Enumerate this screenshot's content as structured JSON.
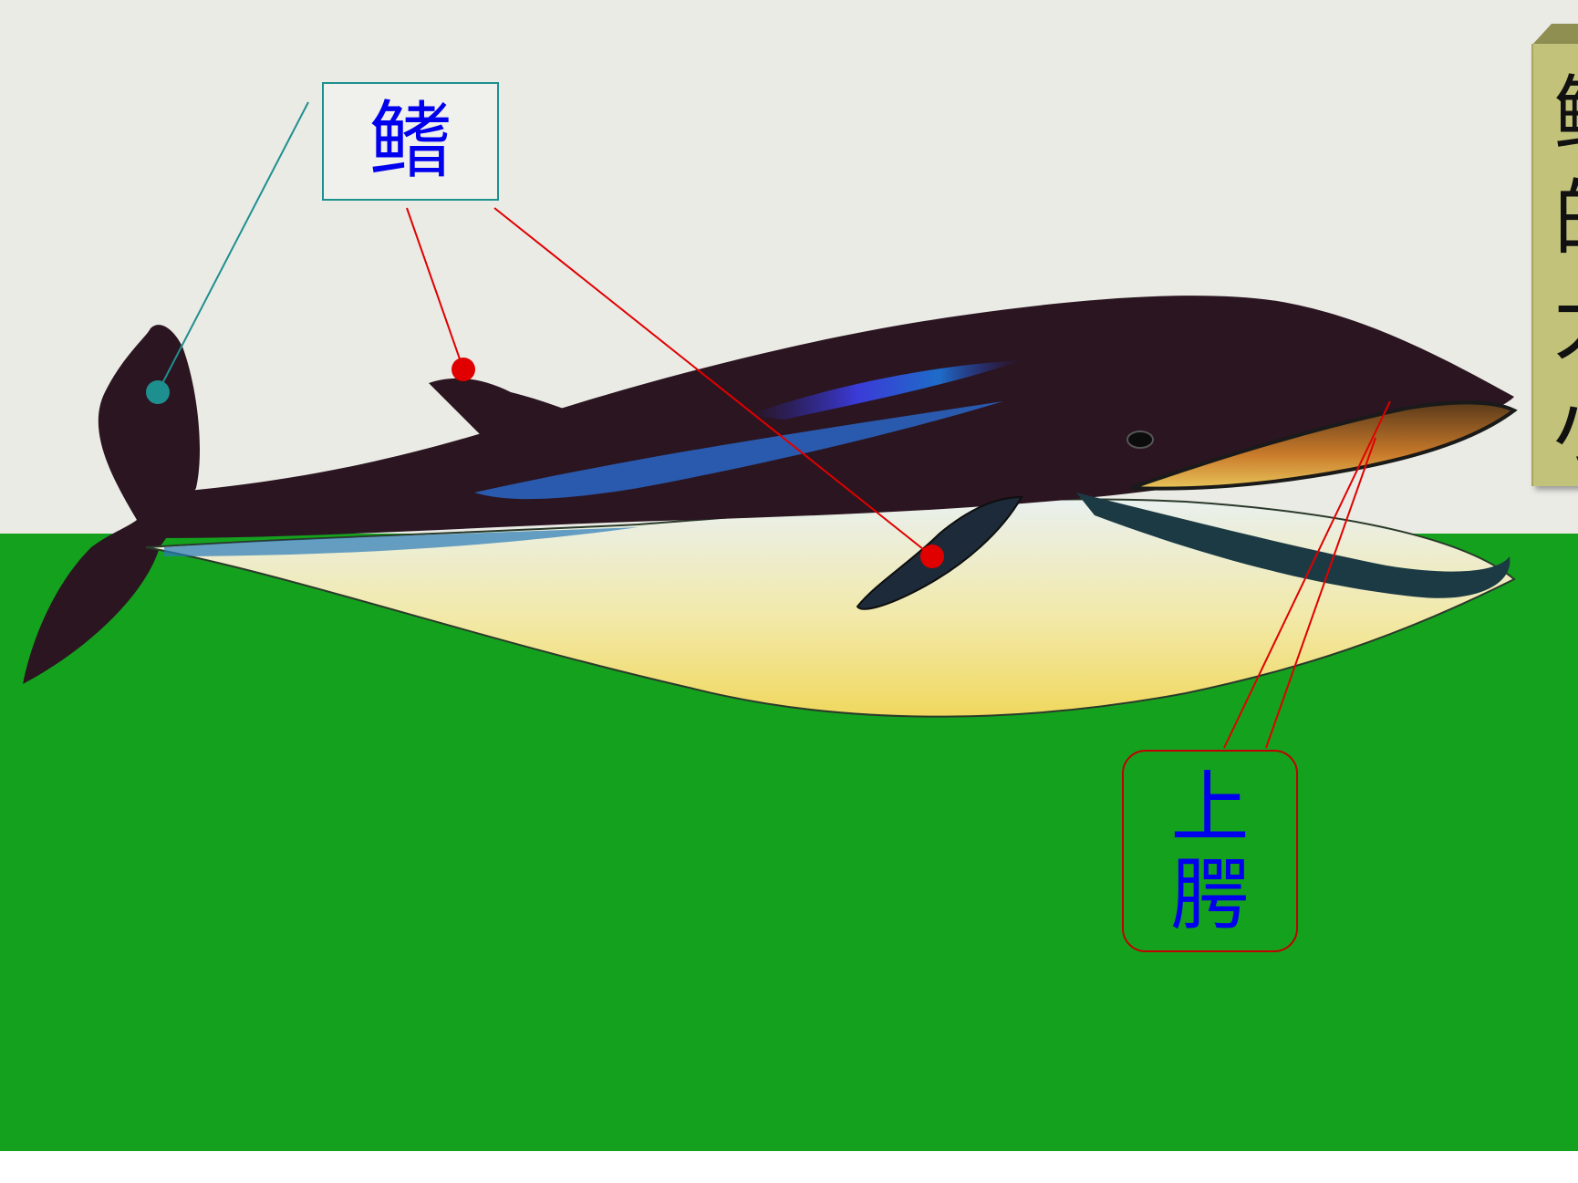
{
  "labels": {
    "fin": "鳍",
    "upper_palate": [
      "上",
      "腭"
    ]
  },
  "side_panel": {
    "chars": [
      "鲸",
      "的",
      "大",
      "小"
    ]
  },
  "colors": {
    "label_text": "#0000ee",
    "fin_box_border": "#1e8f8f",
    "palate_box_border": "#c00000",
    "fin_leader_lines": "#e00000",
    "tail_leader_line": "#1e8f8f",
    "sea": "#14a21e",
    "sky": "#ebebe6",
    "side_panel": "#c2c27a"
  },
  "icons": {
    "illustration": "whale-illustration"
  }
}
